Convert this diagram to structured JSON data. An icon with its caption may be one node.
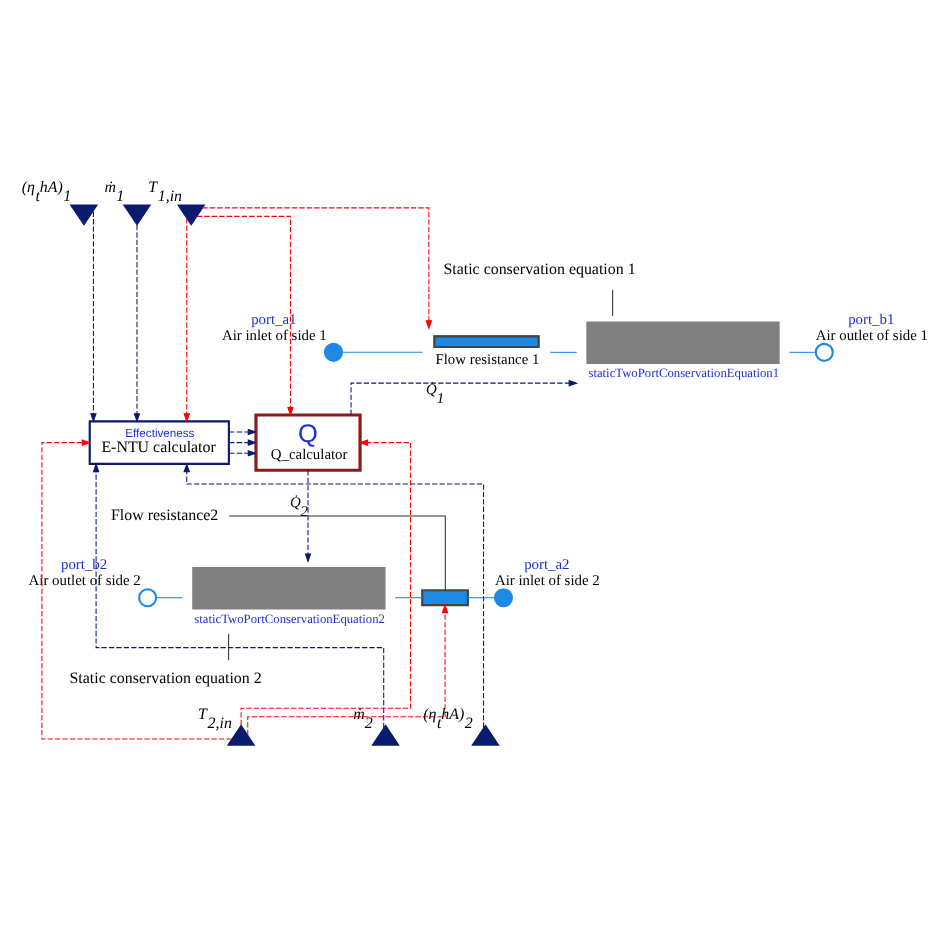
{
  "diagram": {
    "nodes": [
      {
        "text": [
          "Static conservation equation 1"
        ]
      },
      {
        "text": [
          "T$_{1,in}$"
        ]
      },
      {
        "text": [
          "ṁ$_{1}$"
        ]
      },
      {
        "text": [
          "(η$_{t}$hA)$_{1}$"
        ]
      },
      {
        "text": [
          "port_a1"
        ],
        "beside": [
          "Air inlet of side 1"
        ]
      },
      {
        "text": [
          "Flow resistance 1"
        ]
      },
      {
        "text": [
          "staticTwoPortConservationEquation1"
        ]
      },
      {
        "text": [
          "port_b1"
        ],
        "beside": [
          "Air outlet of side 1"
        ]
      },
      {
        "text": [
          "Effectiveness",
          "E-NTU calculator"
        ]
      },
      {
        "text": [
          "Q",
          "Q_calculator"
        ]
      },
      {
        "text": [
          "Flow resistance2"
        ]
      },
      {
        "text": [
          "staticTwoPortConservationEquation2"
        ]
      },
      {
        "text": [
          "port_b2"
        ],
        "beside": [
          "Air outlet of side 2"
        ]
      },
      {
        "text": [],
        "shape": "box"
      },
      {
        "text": [
          "port_a2"
        ],
        "beside": [
          "Air inlet of side 2"
        ]
      },
      {
        "text": [
          "Static conservation equation 2"
        ]
      },
      {
        "text": [
          "T$_{2,in}$"
        ]
      },
      {
        "text": [
          "ṁ$_{2}$"
        ]
      },
      {
        "text": [
          "(η$_{t}$hA)$_{2}$"
        ]
      }
    ],
    "edges": [
      {
        "from": 4,
        "to": 5,
        "arrow": "none",
        "color": "#1e88e5"
      },
      {
        "from": 5,
        "to": 6,
        "arrow": "none",
        "color": "#1e88e5"
      },
      {
        "from": 6,
        "to": 7,
        "arrow": "none",
        "color": "#1e88e5"
      },
      {
        "from": 12,
        "to": 11,
        "arrow": "none",
        "color": "#1e88e5"
      },
      {
        "from": 11,
        "to": 13,
        "arrow": "none",
        "color": "#1e88e5"
      },
      {
        "from": 13,
        "to": 14,
        "arrow": "none",
        "color": "#1e88e5"
      },
      {
        "from": 0,
        "to": 6,
        "arrow": "none",
        "color": "#333333"
      },
      {
        "from": 10,
        "to": 13,
        "arrow": "none",
        "color": "#333333"
      },
      {
        "from": 15,
        "to": 11,
        "arrow": "none",
        "color": "#333333"
      },
      {
        "from": 1,
        "to": 5,
        "arrow": "to",
        "style": "dashed",
        "color": "#ff0000"
      },
      {
        "from": 1,
        "to": 9,
        "arrow": "to",
        "style": "dashed",
        "color": "#ff0000"
      },
      {
        "from": 1,
        "to": 8,
        "arrow": "to",
        "style": "dashed",
        "color": "#ff0000"
      },
      {
        "from": 2,
        "to": 8,
        "arrow": "to",
        "style": "dashed"
      },
      {
        "from": 3,
        "to": 8,
        "arrow": "to",
        "style": "dashed"
      },
      {
        "from": 8,
        "to": 9,
        "arrow": "to",
        "style": "dashed"
      },
      {
        "from": 8,
        "to": 9,
        "arrow": "to",
        "style": "dashed"
      },
      {
        "from": 8,
        "to": 9,
        "arrow": "to",
        "style": "dashed"
      },
      {
        "from": 9,
        "to": 6,
        "label": "Q̇$_{1}$",
        "arrow": "to",
        "style": "dashed"
      },
      {
        "from": 9,
        "to": 11,
        "label": "Q̇$_{2}$",
        "arrow": "to",
        "style": "dashed"
      },
      {
        "from": 16,
        "to": 9,
        "arrow": "to",
        "style": "dashed",
        "color": "#ff0000"
      },
      {
        "from": 16,
        "to": 8,
        "arrow": "to",
        "style": "dashed",
        "color": "#ff0000"
      },
      {
        "from": 16,
        "to": 13,
        "arrow": "to",
        "style": "dashed",
        "color": "#ff0000"
      },
      {
        "from": 17,
        "to": 8,
        "arrow": "to",
        "style": "dashed"
      },
      {
        "from": 18,
        "to": 8,
        "arrow": "to",
        "style": "dashed"
      }
    ]
  }
}
